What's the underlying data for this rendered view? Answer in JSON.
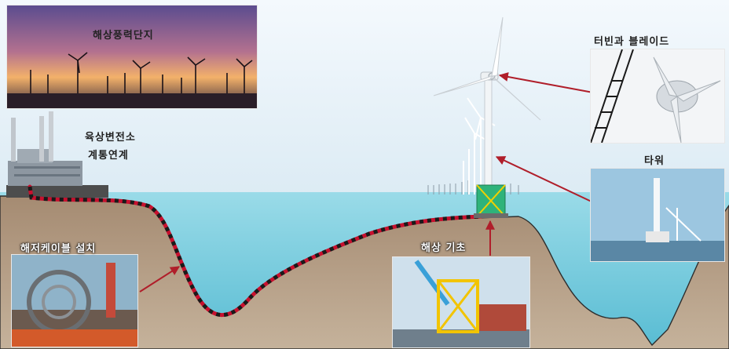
{
  "labels": {
    "offshore_wind_farm": "해상풍력단지",
    "onshore_substation_line1": "육상변전소",
    "onshore_substation_line2": "계통연계",
    "subsea_cable": "해저케이블 설치",
    "offshore_foundation": "해상 기초",
    "turbine_and_blade": "터빈과 블레이드",
    "tower": "타워"
  },
  "colors": {
    "sky": "#e9f3fa",
    "sea": "#7fcfe0",
    "seabed": "#b09b84",
    "cable_red": "#c8102e",
    "cable_black": "#1a1a1a",
    "arrow": "#b01e2a",
    "foundation": "#2eb37a"
  },
  "icons": [
    "wind-turbine-icon",
    "substation-icon",
    "arrow-icon"
  ]
}
